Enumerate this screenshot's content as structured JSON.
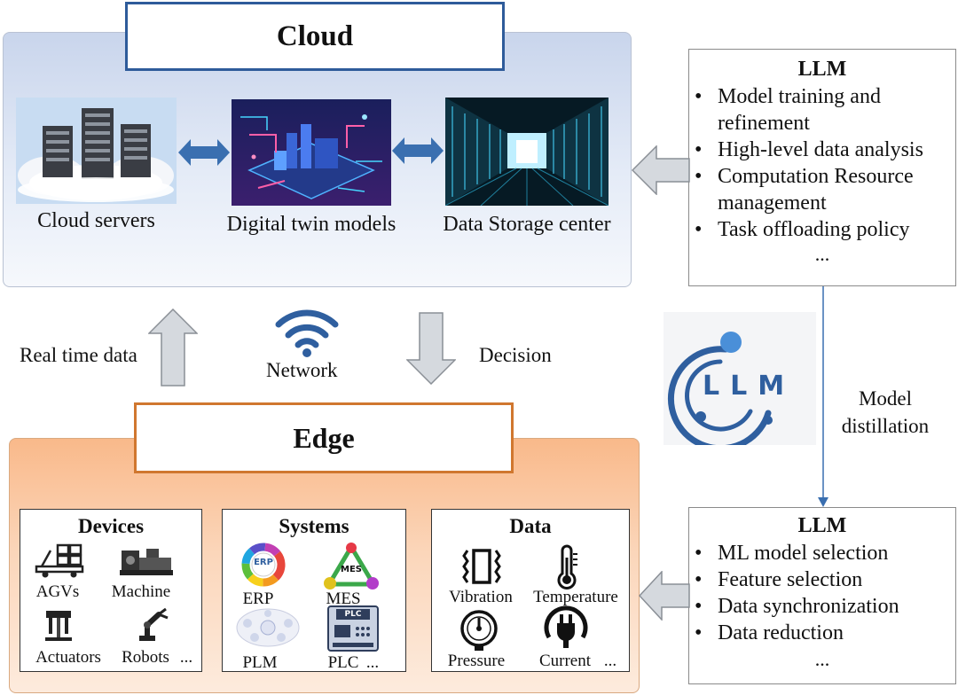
{
  "cloud": {
    "title": "Cloud",
    "items": [
      {
        "label": "Cloud servers"
      },
      {
        "label": "Digital twin models"
      },
      {
        "label": "Data Storage center"
      }
    ]
  },
  "llm_top": {
    "title": "LLM",
    "bullets": [
      "Model training and refinement",
      "High-level data analysis",
      "Computation Resource management",
      "Task offloading policy"
    ],
    "ellipsis": "..."
  },
  "network": {
    "label": "Network",
    "up_label": "Real time data",
    "down_label": "Decision"
  },
  "distillation": {
    "logo_text": "LLM",
    "label_line1": "Model",
    "label_line2": "distillation"
  },
  "edge": {
    "title": "Edge",
    "devices": {
      "title": "Devices",
      "items": [
        "AGVs",
        "Machine",
        "Actuators",
        "Robots"
      ],
      "ellipsis": "..."
    },
    "systems": {
      "title": "Systems",
      "items": [
        "ERP",
        "MES",
        "PLM",
        "PLC"
      ],
      "ellipsis": "...",
      "icon_text": {
        "erp": "ERP",
        "mes": "MES",
        "plc": "PLC"
      }
    },
    "data": {
      "title": "Data",
      "items": [
        "Vibration",
        "Temperature",
        "Pressure",
        "Current"
      ],
      "ellipsis": "..."
    }
  },
  "llm_bottom": {
    "title": "LLM",
    "bullets": [
      "ML model selection",
      "Feature selection",
      "Data synchronization",
      "Data reduction"
    ],
    "ellipsis": "..."
  },
  "colors": {
    "cloud_border": "#2e5b9a",
    "edge_border": "#d0772f",
    "arrow_blue": "#3a6fb0",
    "arrow_gray": "#d5d9de",
    "logo_blue": "#2f5f9f"
  }
}
